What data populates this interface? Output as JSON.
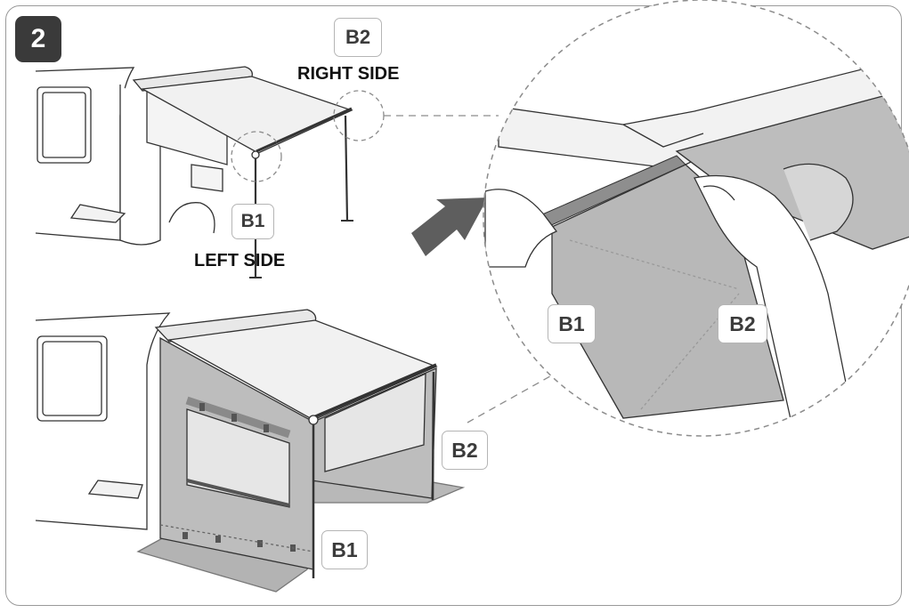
{
  "step": {
    "number": "2"
  },
  "labels": {
    "top_b2": "B2",
    "right_side": "RIGHT SIDE",
    "top_b1": "B1",
    "left_side": "LEFT SIDE",
    "detail_b1": "B1",
    "detail_b2": "B2",
    "bottom_b2": "B2",
    "bottom_b1": "B1"
  },
  "colors": {
    "badge": "#3a3a3a",
    "fabric": "#bdbdbd",
    "fabric_light": "#dedede",
    "outline": "#333333",
    "dash": "#8c8c8c",
    "arrow": "#5e5e5e"
  }
}
